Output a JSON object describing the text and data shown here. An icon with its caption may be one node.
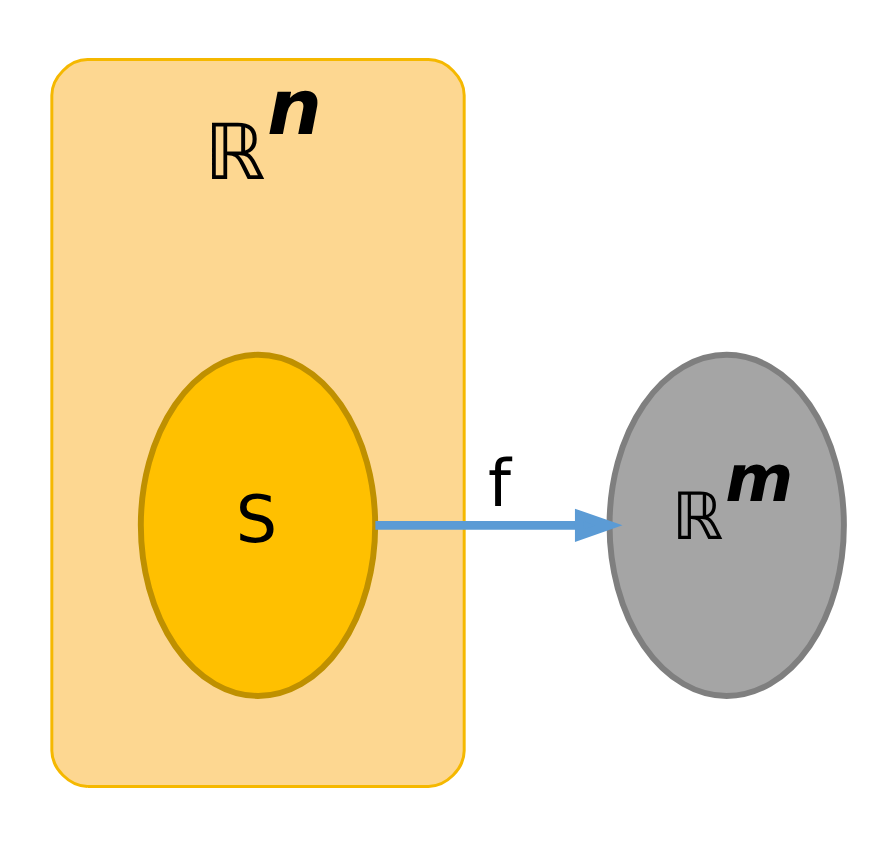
{
  "diagram": {
    "nodes": [
      {
        "text": [
          "ℝ$^{n}$"
        ]
      },
      {
        "text": [
          "S"
        ],
        "in": 0
      },
      {
        "text": [
          "ℝ$^{m}$"
        ]
      }
    ],
    "edges": [
      {
        "from": 1,
        "to": 2,
        "arrow": "to",
        "label": "f",
        "color": "#5b9bd5"
      }
    ]
  }
}
